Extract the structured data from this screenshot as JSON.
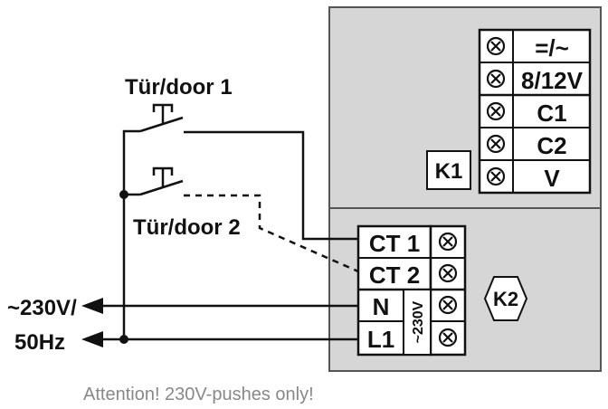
{
  "switches": {
    "door1_label": "Tür/door 1",
    "door2_label": "Tür/door 2"
  },
  "supply": {
    "voltage_label": "~230V/",
    "frequency_label": "50Hz"
  },
  "module_k1": {
    "badge": "K1",
    "terminals": [
      "=/~",
      "8/12V",
      "C1",
      "C2",
      "V"
    ]
  },
  "module_k2": {
    "badge": "K2",
    "terminals": [
      "CT 1",
      "CT 2",
      "N",
      "L1"
    ],
    "voltage_label": "~230V"
  },
  "note": "Attention! 230V-pushes only!",
  "colors": {
    "panel": "#d6d6d6",
    "panel_border": "#555555",
    "wire": "#111111",
    "note": "#888888"
  }
}
